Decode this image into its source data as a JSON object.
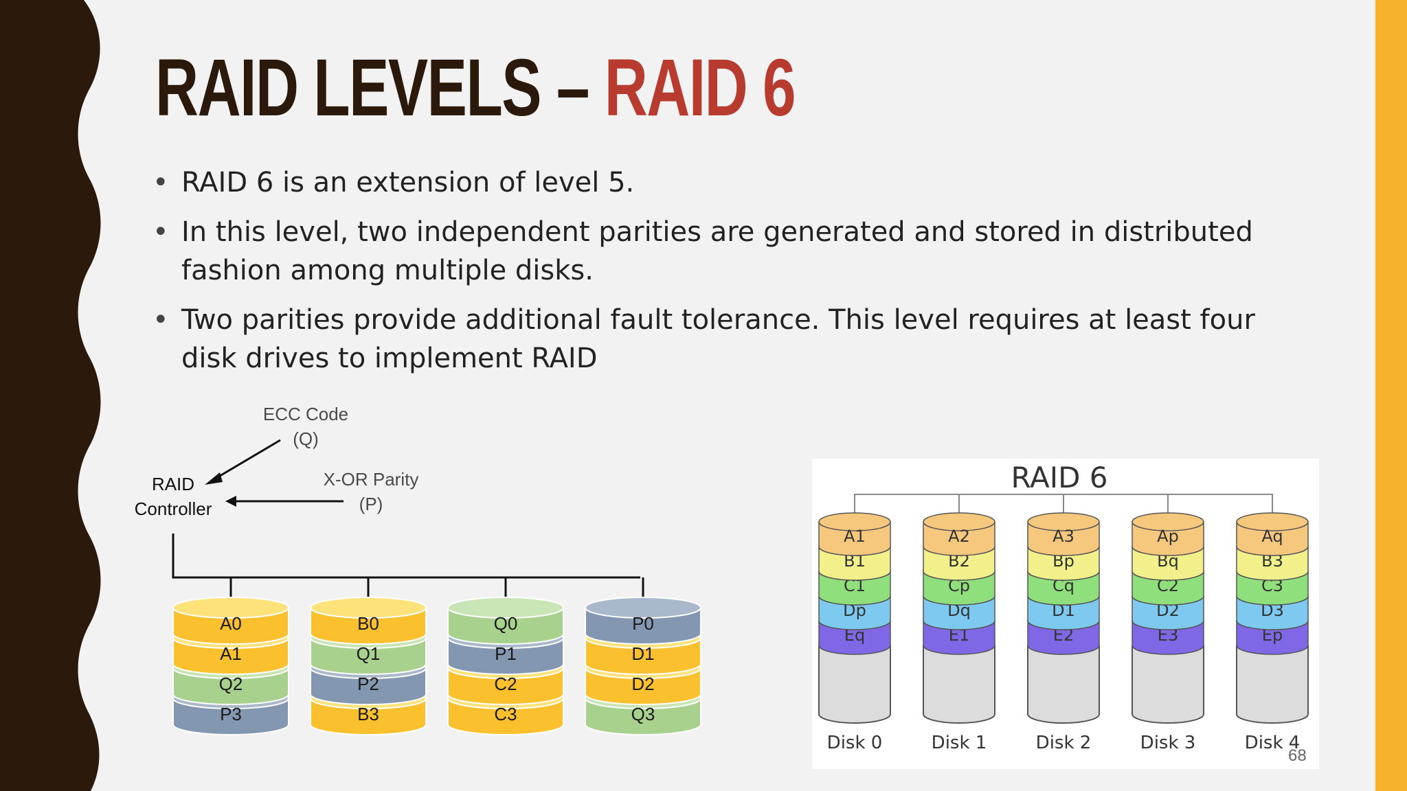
{
  "slide": {
    "title_main": "RAID LEVELS – ",
    "title_accent": "RAID 6",
    "page_number": "68",
    "colors": {
      "title": "#2b1a0b",
      "accent": "#b83b2f",
      "left_band": "#2b1a0b",
      "right_band": "#f7b12a"
    }
  },
  "bullets": [
    "RAID 6 is an extension of level 5.",
    "In this level, two independent parities are generated and stored in distributed fashion among multiple disks.",
    "Two parities provide additional fault tolerance. This level requires at least four disk drives to implement RAID"
  ],
  "diagram_left": {
    "controller_line1": "RAID",
    "controller_line2": "Controller",
    "ecc_line1": "ECC Code",
    "ecc_line2": "(Q)",
    "xor_line1": "X-OR Parity",
    "xor_line2": "(P)",
    "stacks": [
      [
        "A0",
        "A1",
        "Q2",
        "P3"
      ],
      [
        "B0",
        "Q1",
        "P2",
        "B3"
      ],
      [
        "Q0",
        "P1",
        "C2",
        "C3"
      ],
      [
        "P0",
        "D1",
        "D2",
        "Q3"
      ]
    ]
  },
  "diagram_right": {
    "title": "RAID 6",
    "disks": [
      {
        "label": "Disk 0",
        "blocks": [
          "A1",
          "B1",
          "C1",
          "Dp",
          "Eq"
        ]
      },
      {
        "label": "Disk 1",
        "blocks": [
          "A2",
          "B2",
          "Cp",
          "Dq",
          "E1"
        ]
      },
      {
        "label": "Disk 2",
        "blocks": [
          "A3",
          "Bp",
          "Cq",
          "D1",
          "E2"
        ]
      },
      {
        "label": "Disk 3",
        "blocks": [
          "Ap",
          "Bq",
          "C2",
          "D2",
          "E3"
        ]
      },
      {
        "label": "Disk 4",
        "blocks": [
          "Aq",
          "B3",
          "C3",
          "D3",
          "Ep"
        ]
      }
    ]
  }
}
